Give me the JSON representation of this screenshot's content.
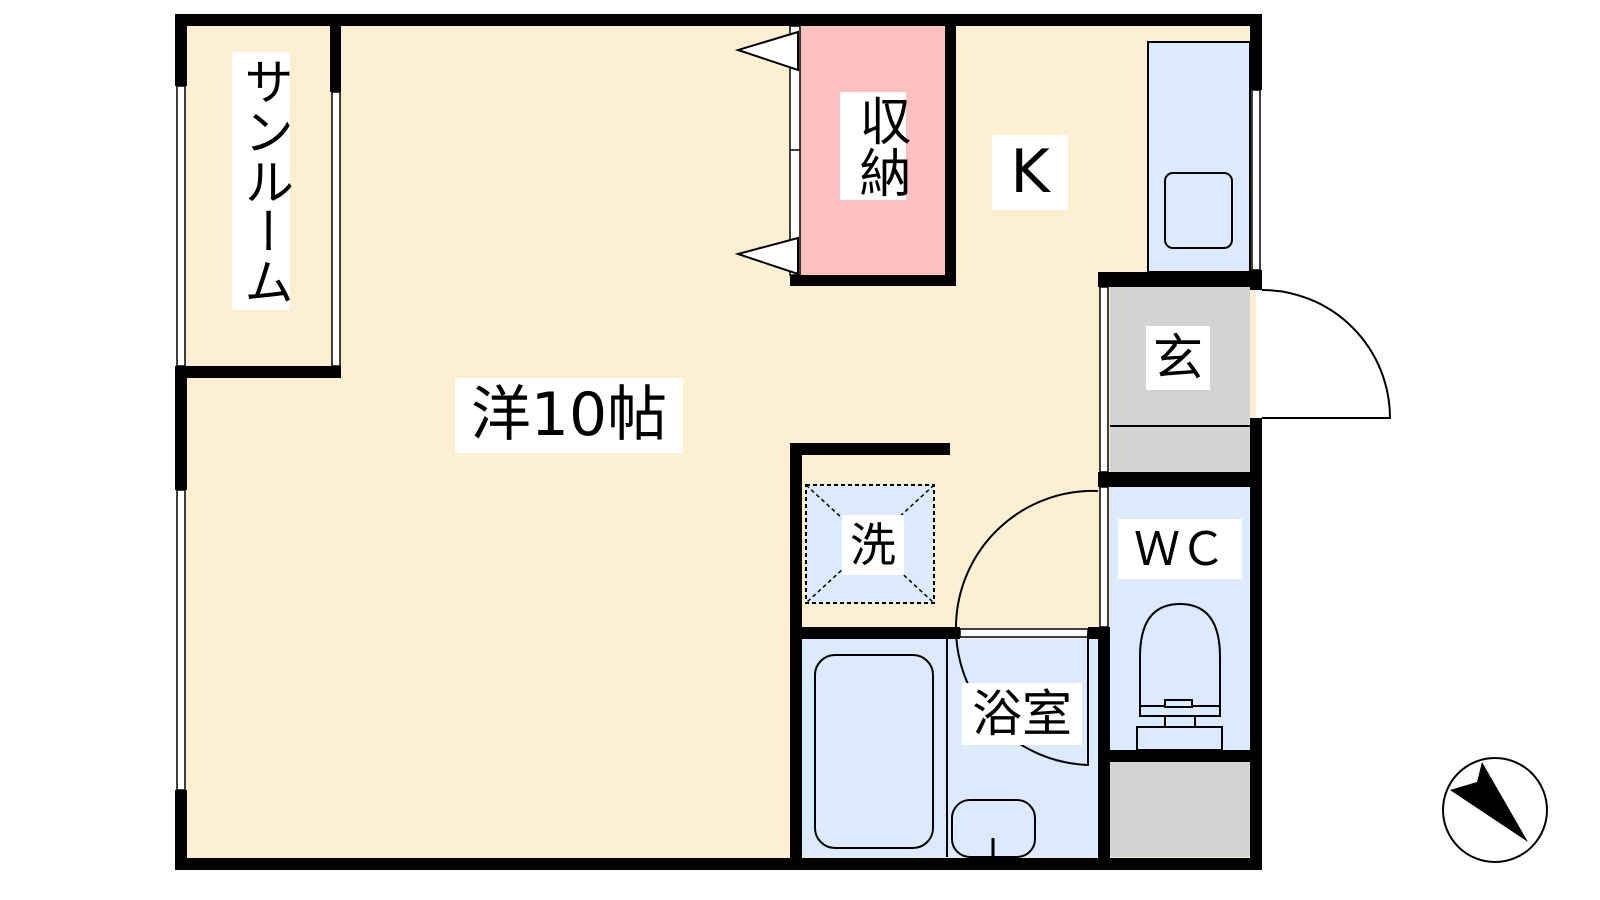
{
  "rooms": {
    "sunroom": "サンルーム",
    "storage": "収納",
    "kitchen": "K",
    "western_room": "洋10帖",
    "washer": "洗",
    "bathroom": "浴室",
    "toilet": "ＷＣ",
    "entrance": "玄"
  },
  "colors": {
    "floor": "#fdf0d2",
    "storage": "#ffc0c0",
    "wet": "#dbeafe",
    "gray": "#d3d3d3",
    "wall": "#000000"
  }
}
